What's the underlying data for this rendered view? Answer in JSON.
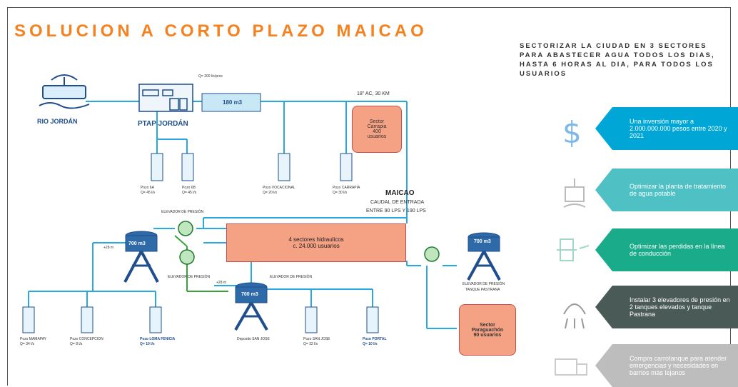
{
  "title": "SOLUCION A CORTO PLAZO MAICAO",
  "headline": "SECTORIZAR LA CIUDAD EN 3 SECTORES PARA ABASTECER AGUA TODOS LOS DIAS, HASTA 6 HORAS AL DIA, PARA TODOS LOS USUARIOS",
  "diagram": {
    "rio": "RIO JORDÁN",
    "ptap": "PTAP JORDÁN",
    "flow_top": "Q= 200 l/s/proc",
    "tank_main": "180 m3",
    "pipe": "18\" AC, 30 KM",
    "sector_carrapia": {
      "l1": "Sector",
      "l2": "Carrapia",
      "l3": "400",
      "l4": "usuarios"
    },
    "wells_top": [
      {
        "name": "Pozo 6A",
        "q": "Q= 45 l/s"
      },
      {
        "name": "Pozo 6B",
        "q": "Q= 45 l/s"
      },
      {
        "name": "Pozo VOCACIONAL",
        "q": "Q= 20 l/s"
      },
      {
        "name": "Pozo CARRAPIA",
        "q": "Q= 30 l/s"
      }
    ],
    "maicao": "MAICAO",
    "caudal1": "CAUDAL DE ENTRADA",
    "caudal2": "ENTRE 90 LPS Y 190 LPS",
    "elev1": "ELEVADOR DE PRESIÓN",
    "elev2": "ELEVADOR DE PRESIÓN",
    "elev3": "ELEVADOR DE PRESIÓN",
    "elev4": "ELEVADOR DE PRESIÓN",
    "elev4b": "TANQUE PASTRANA",
    "hydro1": "4 sectores hidraulicos",
    "hydro2": "c. 24.000 usuarios",
    "tank_left": "700 m3",
    "tank_mid": "700 m3",
    "tank_right": "700 m3",
    "h1": "+28 m",
    "h2": "+28 m",
    "deposito": "Deposito SAN JOSE",
    "wells_bottom": [
      {
        "name": "Pozo MAMAPAY",
        "q": "Q= 34 l/s"
      },
      {
        "name": "Pozo CONCEPCION",
        "q": "Q= 8 l/s"
      },
      {
        "name": "Pozo LOMA FENICIA",
        "q": "Q= 10 l/s"
      },
      {
        "name": "Pozo SAN JOSE",
        "q": "Q= 32 l/s"
      },
      {
        "name": "Pozo PORTAL",
        "q": "Q= 10 l/s"
      }
    ],
    "sector_pq": {
      "l1": "Sector",
      "l2": "Paraguachón",
      "l3": "90 usuarios"
    }
  },
  "cards": [
    {
      "text": "Una inversión mayor a 2.000.000.000 pesos entre 2020  y 2021",
      "color": "#00a6d6",
      "icon": "dollar-icon"
    },
    {
      "text": "Optimizar la planta de tratamiento de  agua potable",
      "color": "#4fc1c4",
      "icon": "plant-icon"
    },
    {
      "text": "Optimizar las perdidas en la línea de conducción",
      "color": "#1aab8a",
      "icon": "hydrant-icon"
    },
    {
      "text": "Instalar 3 elevadores de presión en 2 tanques elevados y tanque Pastrana",
      "color": "#4a5a57",
      "icon": "shower-icon"
    },
    {
      "text": "Compra carrotanque para atender emergencias y necesidades en barrios más lejanos",
      "color": "#bdbdbd",
      "icon": "truck-icon"
    }
  ]
}
